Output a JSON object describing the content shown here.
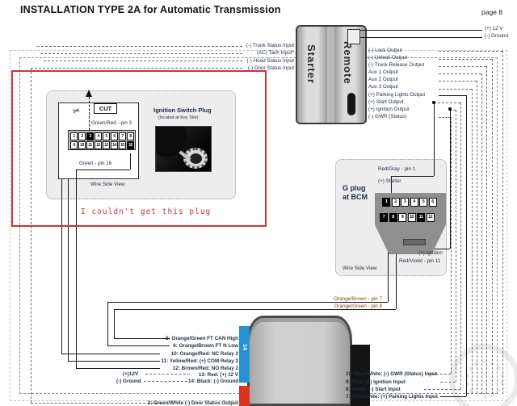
{
  "page": {
    "title": "INSTALLATION TYPE 2A  for Automatic Transmission",
    "page_number": "page 8"
  },
  "remote_starter": {
    "label_left": "Starter",
    "label_right": "Remote",
    "power_labels": [
      "(+) 12 V",
      "(-) Ground"
    ],
    "inputs": [
      "(-) Trunk Status Input",
      "(AC) Tach Input*",
      "(-) Hood Status Input",
      "(-) Door Status Input"
    ],
    "outputs": [
      "(-) Lock Output",
      "(-) Unlock Output",
      "(-) Trunk Release Output",
      "Aux 1 Output",
      "Aux 2 Output",
      "Aux 3 Output",
      "(+) Parking Lights Output",
      "(+) Start Output",
      "(+) Ignition Output",
      "(-) GWR (Status)"
    ]
  },
  "ignition_plug_box": {
    "cut_label": "CUT",
    "wire_pin3": "Green/Red - pin 3",
    "wire_pin16": "Green - pin 16",
    "title": "Ignition Switch Plug",
    "subtitle": "(located at Key Slot)",
    "view": "Wire Side View",
    "pins_top": [
      "1",
      "2",
      "3",
      "4",
      "5",
      "6",
      "7",
      "8"
    ],
    "pins_bottom": [
      "9",
      "10",
      "11",
      "12",
      "13",
      "14",
      "15",
      "16"
    ],
    "active_pins": [
      "3",
      "16"
    ]
  },
  "annotation": {
    "text": "I couldn't get this plug"
  },
  "bcm_box": {
    "title_line1": "G plug",
    "title_line2": "at BCM",
    "wire_pin1": "Red/Gray - pin 1",
    "wire_pin1b": "(+) Starter",
    "wire_pin11": "(+) Ignition",
    "wire_pin11b": "Red/Violet - pin 11",
    "view": "Wire Side View",
    "pins_top": [
      "1",
      "2",
      "3",
      "4",
      "5",
      "6"
    ],
    "pins_bottom": [
      "7",
      "8",
      "9",
      "10",
      "11",
      "12"
    ],
    "active_pins": [
      "1",
      "7",
      "8",
      "11"
    ]
  },
  "bcm_wires": {
    "pin7": "Orange/Brown - pin 7",
    "pin8": "Orange/Green - pin 8"
  },
  "bypass": {
    "connector_label": "14",
    "left_labels": [
      "5: Orange/Green FT CAN High",
      "6: Orange/Brown FT N Low",
      "10: Orange/Red: NC Relay 2",
      "11: Yellow/Red: (+) COM Relay 2",
      "12: Brown/Red: NO Relay 2",
      "13: Red: (+) 12 V",
      "14: Black: (-) Ground",
      "3: Green/White (-) Door Status Output"
    ],
    "power_12v": "(+)12V",
    "power_gnd": "(-) Ground",
    "right_labels": [
      "10: Blue/White: (-) GWR (Status) Input",
      "9: Pink: (+) Ignition Input",
      "8: Violet: (-) Start Input",
      "7: Pink/White: (+) Parking Lights Input"
    ]
  },
  "colors": {
    "annotation_red": "#cc3333",
    "connector_blue": "#2692d4",
    "connector_red": "#d8341f",
    "label_navy": "#1f2a44"
  }
}
